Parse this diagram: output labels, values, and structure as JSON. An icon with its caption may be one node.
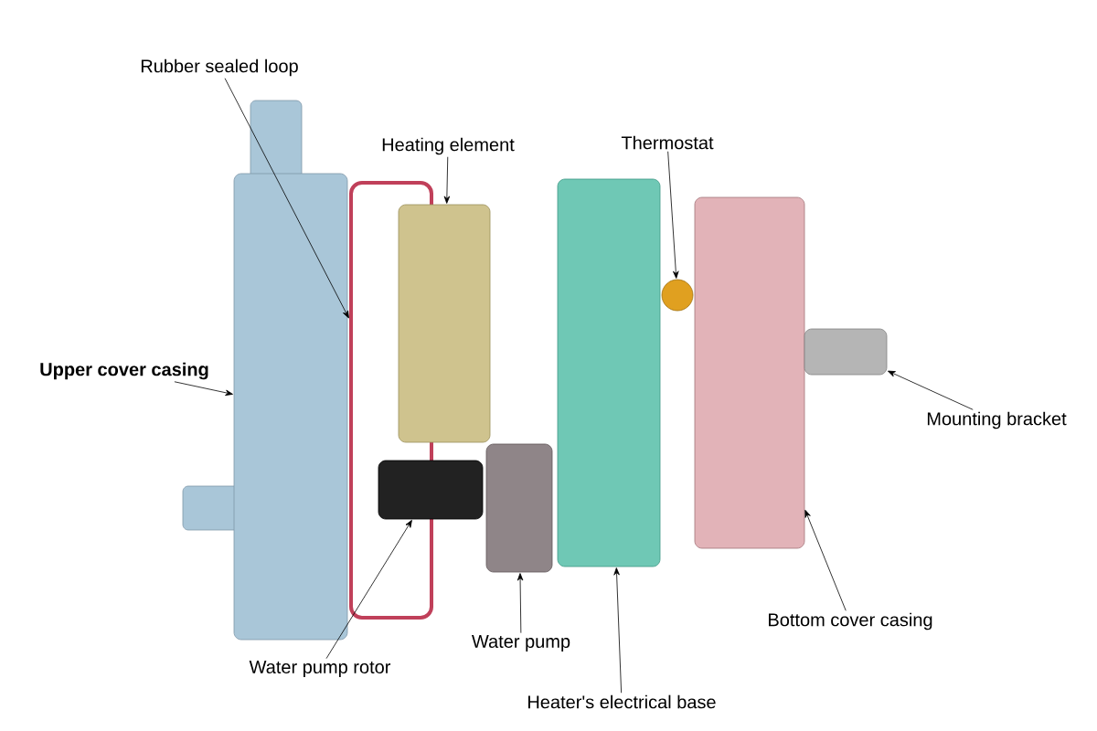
{
  "diagram": {
    "nodes": [
      {
        "text": [
          "Rubber sealed loop"
        ]
      },
      {
        "text": [
          "Heating element"
        ]
      },
      {
        "text": [
          "Thermostat"
        ]
      },
      {
        "text": [
          "Upper cover casing"
        ]
      },
      {
        "text": [
          "Mounting bracket"
        ]
      },
      {
        "text": [
          "Water pump rotor"
        ]
      },
      {
        "text": [
          "Water pump"
        ]
      },
      {
        "text": [
          "Heater's electrical base"
        ]
      },
      {
        "text": [
          "Bottom cover casing"
        ]
      },
      {
        "text": [],
        "shape": "box"
      },
      {
        "text": [],
        "shape": "box"
      },
      {
        "text": [],
        "shape": "box"
      },
      {
        "text": [],
        "shape": "box"
      },
      {
        "text": [],
        "shape": "box"
      },
      {
        "text": [],
        "shape": "box"
      },
      {
        "text": [],
        "shape": "circle"
      },
      {
        "text": [],
        "shape": "box"
      },
      {
        "text": [],
        "shape": "box"
      }
    ],
    "edges": [
      {
        "from": 0,
        "to": 10,
        "arrow": "to"
      },
      {
        "from": 1,
        "to": 11,
        "arrow": "to"
      },
      {
        "from": 2,
        "to": 15,
        "arrow": "to"
      },
      {
        "from": 3,
        "to": 9,
        "arrow": "to"
      },
      {
        "from": 4,
        "to": 17,
        "arrow": "to"
      },
      {
        "from": 5,
        "to": 12,
        "arrow": "to"
      },
      {
        "from": 6,
        "to": 13,
        "arrow": "to"
      },
      {
        "from": 7,
        "to": 14,
        "arrow": "to"
      },
      {
        "from": 8,
        "to": 16,
        "arrow": "to"
      }
    ]
  }
}
